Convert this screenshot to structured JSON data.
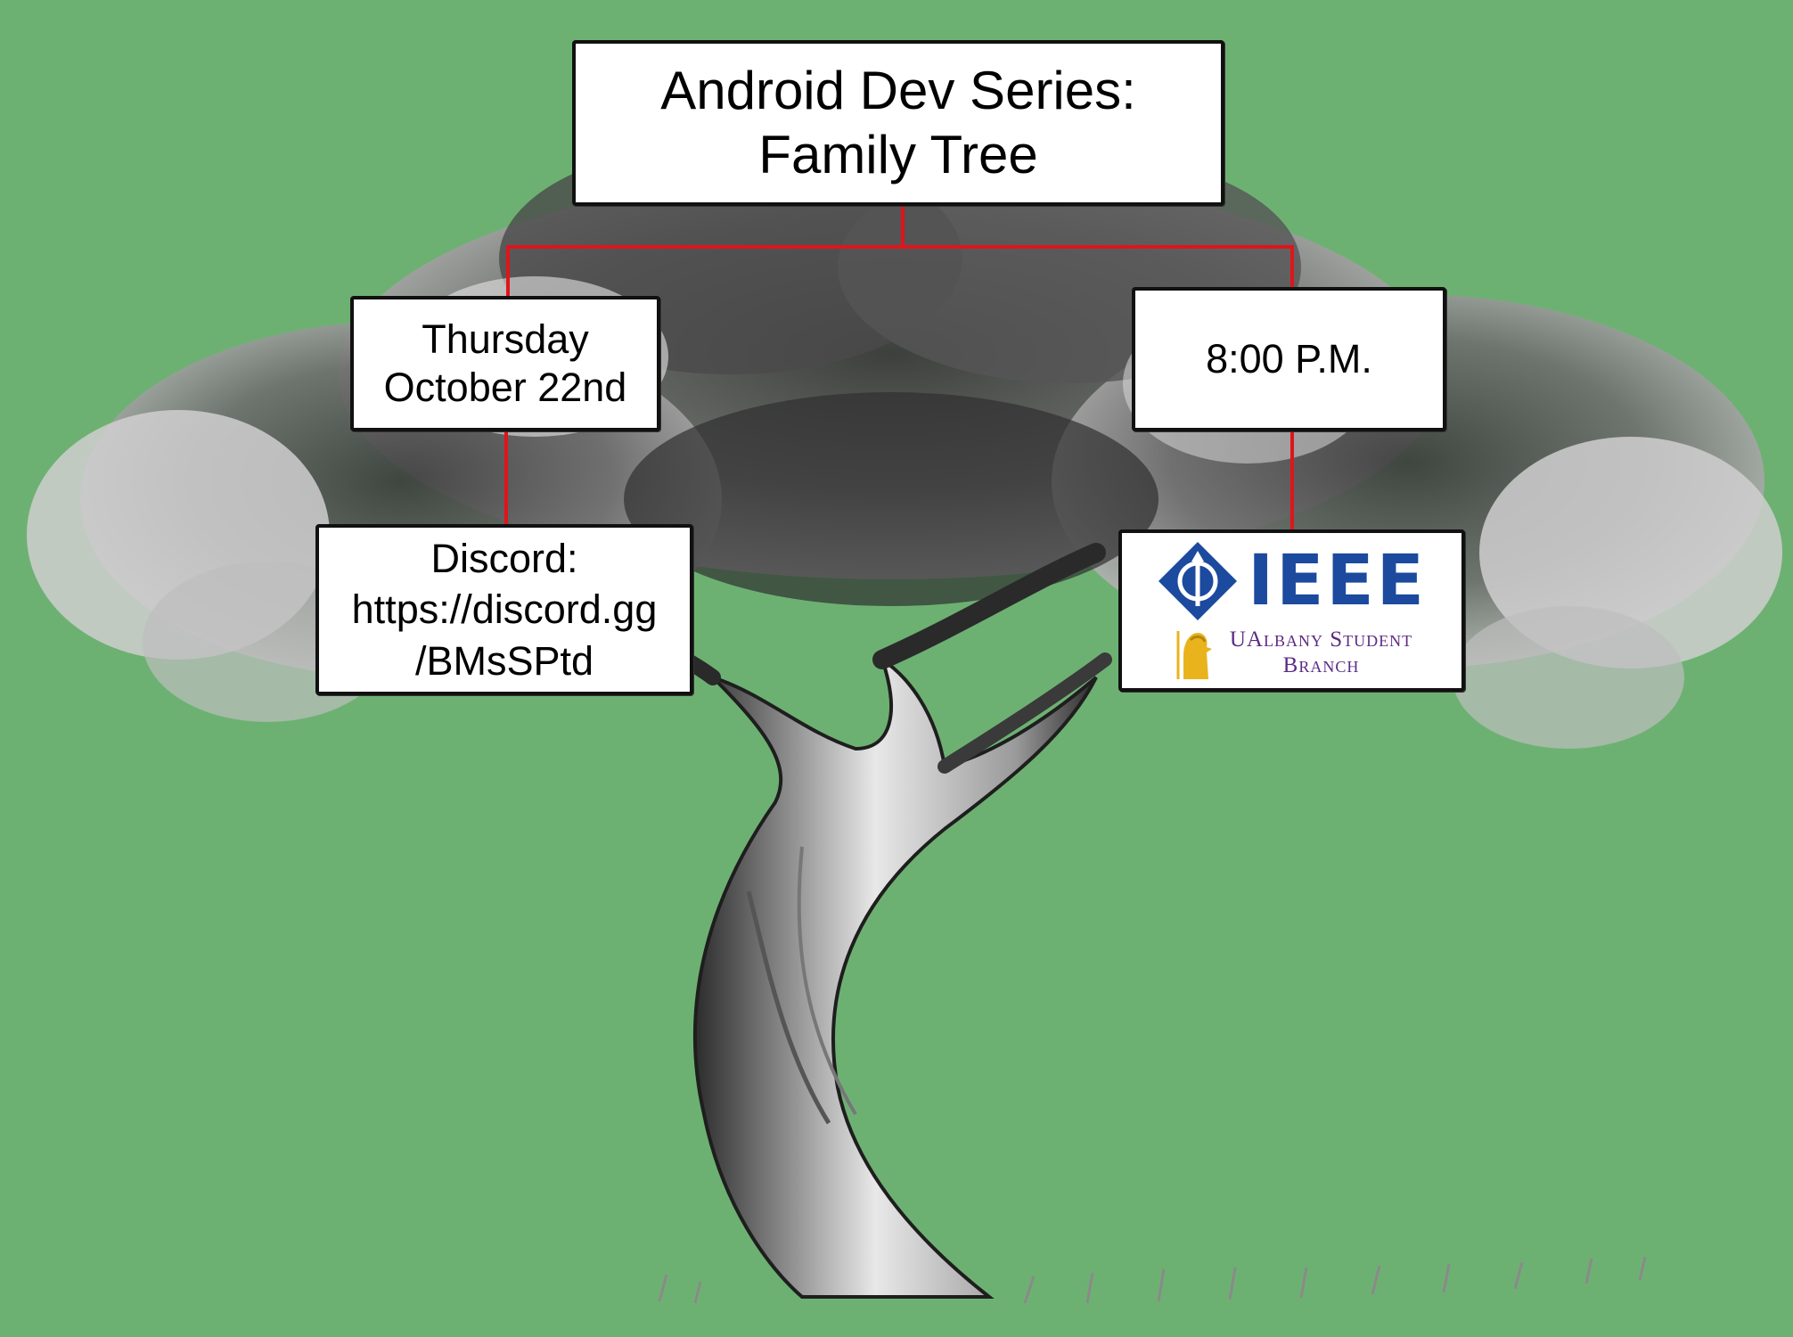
{
  "title_box": {
    "line1": "Android Dev Series:",
    "line2": "Family Tree"
  },
  "date_box": {
    "line1": "Thursday",
    "line2": "October 22nd"
  },
  "time_box": {
    "text": "8:00 P.M."
  },
  "discord_box": {
    "line1": "Discord:",
    "line2": "https://discord.gg",
    "line3": "/BMsSPtd"
  },
  "ieee_logo": {
    "wordmark": "IEEE",
    "branch_line1": "UAlbany Student",
    "branch_line2": "Branch",
    "icons": [
      "ieee-diamond-icon",
      "ualbany-minerva-icon"
    ]
  },
  "colors": {
    "background": "#6db172",
    "connector": "#e0141b",
    "ieee_blue": "#1b4a9e",
    "ualbany_purple": "#5b2b82",
    "ualbany_gold": "#e8b31c"
  }
}
